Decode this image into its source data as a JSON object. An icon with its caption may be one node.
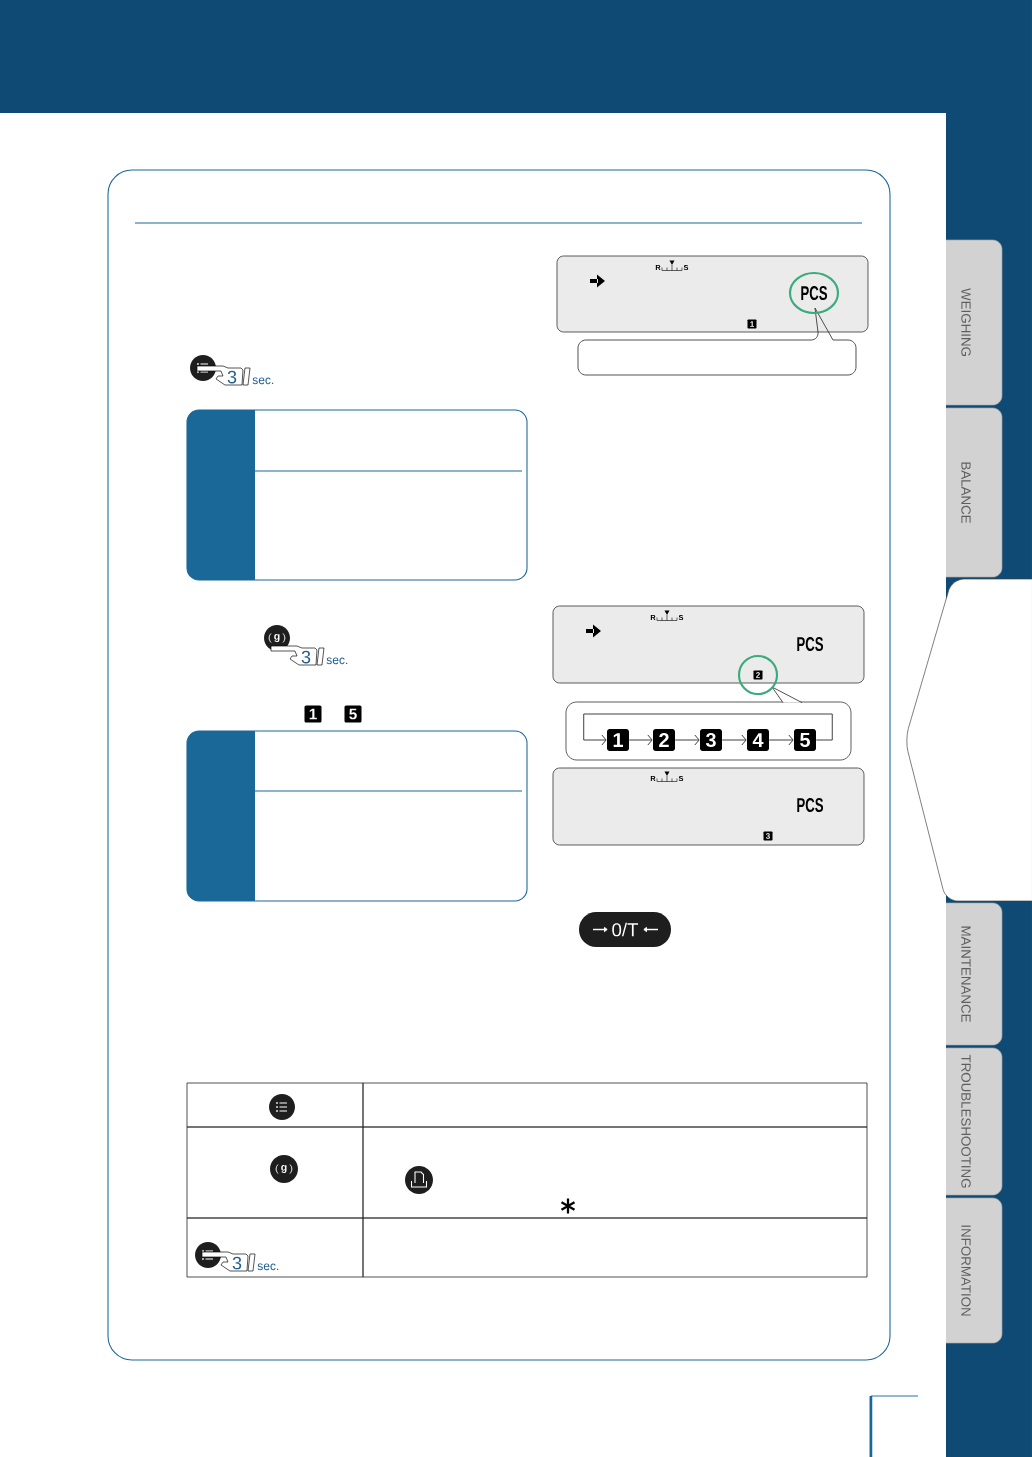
{
  "diagram": {
    "nodes": [
      {
        "text": [
          "R",
          "S",
          "PCS"
        ]
      },
      {
        "text": [
          "1"
        ],
        "in": 0
      },
      {
        "text": [
          "R",
          "S",
          "PCS"
        ]
      },
      {
        "text": [
          "2"
        ],
        "in": 2
      },
      {
        "text": [
          "g"
        ]
      },
      {
        "text": [
          "1"
        ]
      },
      {
        "text": [
          "5"
        ]
      },
      {
        "text": [],
        "shape": "box"
      },
      {
        "text": [
          "1"
        ],
        "in": 7
      },
      {
        "text": [
          "2"
        ],
        "in": 7
      },
      {
        "text": [
          "3"
        ],
        "in": 7
      },
      {
        "text": [
          "4"
        ],
        "in": 7
      },
      {
        "text": [
          "5"
        ],
        "in": 7
      },
      {
        "text": [
          "R",
          "S",
          "PCS"
        ]
      },
      {
        "text": [
          "3"
        ],
        "in": 13
      },
      {
        "text": [
          "0/T"
        ]
      },
      {
        "text": [
          "g"
        ]
      },
      {
        "text": [
          "WEIGHING"
        ]
      },
      {
        "text": [
          "BALANCE"
        ]
      },
      {
        "text": [
          "MAINTENANCE"
        ]
      },
      {
        "text": [
          "TROUBLESHOOTING"
        ]
      },
      {
        "text": [
          "INFORMATION"
        ]
      }
    ],
    "edges": [
      {
        "from": 8,
        "to": 9,
        "arrow": "to"
      },
      {
        "from": 9,
        "to": 10,
        "arrow": "to"
      },
      {
        "from": 10,
        "to": 11,
        "arrow": "to"
      },
      {
        "from": 11,
        "to": 12,
        "arrow": "to"
      },
      {
        "from": 12,
        "to": 8,
        "arrow": "to"
      }
    ],
    "labels": [
      "3",
      "sec.",
      "3",
      "sec.",
      "3",
      "sec."
    ]
  }
}
